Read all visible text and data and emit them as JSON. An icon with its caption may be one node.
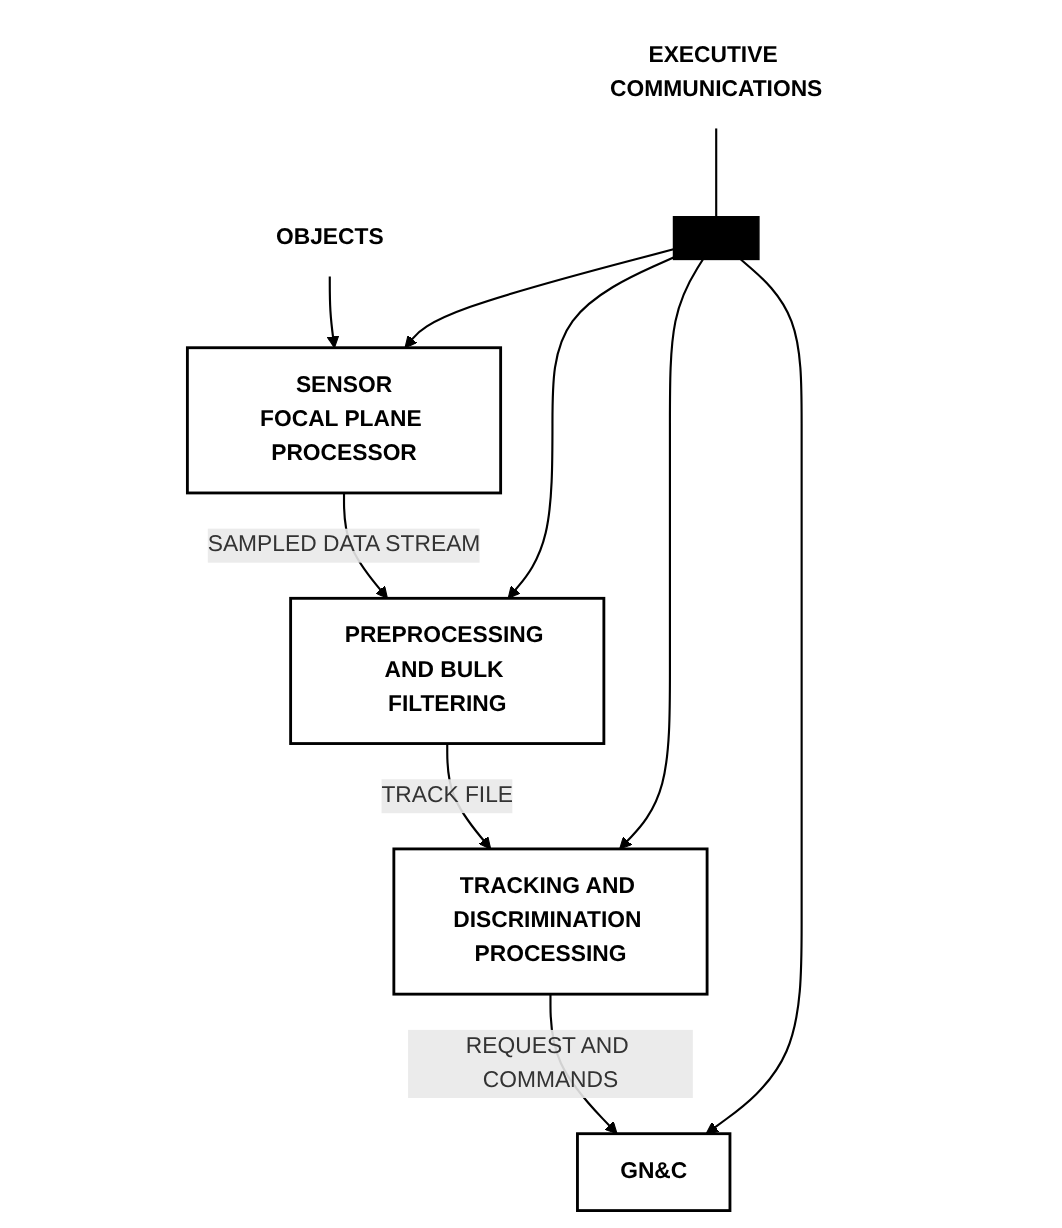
{
  "diagram": {
    "nodes": [
      {
        "text": [
          "OBJECTS"
        ]
      },
      {
        "text": [
          "SENSOR",
          "FOCAL PLANE PROCESSOR"
        ]
      },
      {
        "text": [
          "PREPROCESSING AND BULK FILTERING"
        ]
      },
      {
        "text": [
          "TRACKING AND DISCRIMINATION PROCESSING"
        ]
      },
      {
        "text": [
          "GN&C"
        ]
      },
      {
        "text": [],
        "shape": "bar"
      },
      {
        "text": [
          "EXECUTIVE COMMUNICATIONS"
        ]
      }
    ],
    "edges": [
      {
        "from": 0,
        "to": 1,
        "arrow": "to"
      },
      {
        "from": 1,
        "to": 2,
        "arrow": "to",
        "label": "SAMPLED DATA STREAM"
      },
      {
        "from": 2,
        "to": 3,
        "arrow": "to",
        "label": "TRACK FILE"
      },
      {
        "from": 3,
        "to": 4,
        "arrow": "to",
        "label": "REQUEST AND COMMANDS"
      },
      {
        "from": 5,
        "to": 1,
        "arrow": "to"
      },
      {
        "from": 5,
        "to": 2,
        "arrow": "to"
      },
      {
        "from": 5,
        "to": 3,
        "arrow": "to"
      },
      {
        "from": 5,
        "to": 4,
        "arrow": "to"
      },
      {
        "from": 6,
        "to": 5,
        "arrow": "none"
      }
    ]
  }
}
